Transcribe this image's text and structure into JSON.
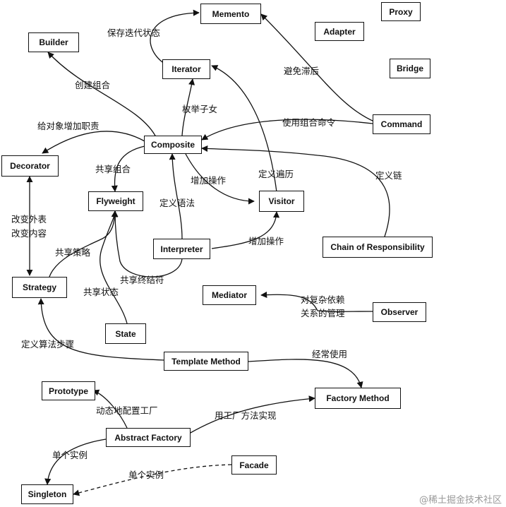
{
  "patterns": {
    "memento": "Memento",
    "proxy": "Proxy",
    "builder": "Builder",
    "adapter": "Adapter",
    "iterator": "Iterator",
    "bridge": "Bridge",
    "command": "Command",
    "composite": "Composite",
    "decorator": "Decorator",
    "flyweight": "Flyweight",
    "visitor": "Visitor",
    "interpreter": "Interpreter",
    "chain": "Chain of Responsibility",
    "strategy": "Strategy",
    "mediator": "Mediator",
    "observer": "Observer",
    "state": "State",
    "template_method": "Template Method",
    "prototype": "Prototype",
    "factory_method": "Factory Method",
    "abstract_factory": "Abstract Factory",
    "facade": "Facade",
    "singleton": "Singleton"
  },
  "relations": {
    "save_iteration_state": "保存迭代状态",
    "avoid_lag": "避免滞后",
    "create_composite": "创建组合",
    "enumerate_children": "枚举子女",
    "add_duty": "给对象增加职责",
    "use_composite_command": "使用组合命令",
    "share_composite": "共享组合",
    "add_operation_1": "增加操作",
    "define_traversal": "定义遍历",
    "define_chain": "定义链",
    "change_skin": "改变外表",
    "change_guts": "改变内容",
    "define_grammar": "定义语法",
    "add_operation_2": "增加操作",
    "share_strategy": "共享策略",
    "share_terminal": "共享终结符",
    "share_state": "共享状态",
    "complex_dependency_1": "对复杂依赖",
    "complex_dependency_2": "关系的管理",
    "define_algorithm_steps": "定义算法步骤",
    "often_uses": "经常使用",
    "dynamic_config_factory": "动态地配置工厂",
    "implement_with_factory_method": "用工厂方法实现",
    "single_instance_1": "单个实例",
    "single_instance_2": "单个实例"
  },
  "watermark": "@稀土掘金技术社区"
}
